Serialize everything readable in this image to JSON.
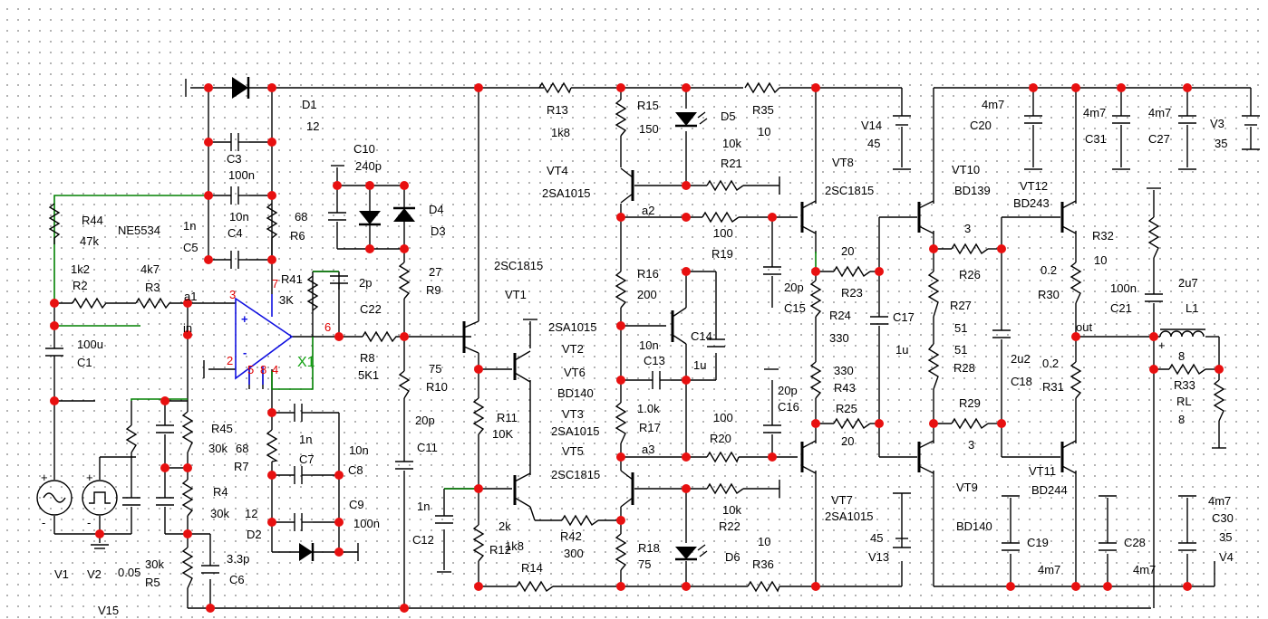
{
  "labels": {
    "D1": "D1",
    "D1v": "12",
    "C3": "C3",
    "C3v": "100n",
    "C4v": "10n",
    "C4": "C4",
    "C5v": "1n",
    "C5": "C5",
    "R6v": "68",
    "R6": "R6",
    "R44": "R44",
    "R44v": "47k",
    "opamp": "NE5534",
    "R2v": "1k2",
    "R2": "R2",
    "R3v": "4k7",
    "R3": "R3",
    "a1": "a1",
    "in": "in",
    "C1v": "100u",
    "C1": "C1",
    "R41": "R41",
    "R41v": "3K",
    "X1": "X1",
    "C10": "C10",
    "C10v": "240p",
    "D4": "D4",
    "D3": "D3",
    "C22v": "2p",
    "C22": "C22",
    "R9v": "27",
    "R9": "R9",
    "R8": "R8",
    "R8v": "5K1",
    "R10v": "75",
    "R10": "R10",
    "C11v": "20p",
    "C11": "C11",
    "Q1": "2SC1815",
    "VT1": "VT1",
    "Q2": "2SA1015",
    "VT2": "VT2",
    "VT6": "VT6",
    "Q6": "BD140",
    "VT3": "VT3",
    "Q3": "2SA1015",
    "VT5": "VT5",
    "Q5": "2SC1815",
    "R11": "R11",
    "R11v": "10K",
    "R13": "R13",
    "R13v": "1k8",
    "VT4": "VT4",
    "Q4": "2SA1015",
    "R15": "R15",
    "R15v": "150",
    "D5": "D5",
    "R35": "R35",
    "R35v": "10",
    "R21v": "10k",
    "R21": "R21",
    "V14": "V14",
    "V14v": "45",
    "VT8": "VT8",
    "Q8": "2SC1815",
    "a2": "a2",
    "R19v": "100",
    "R19": "R19",
    "R16": "R16",
    "R16v": "200",
    "C14": "C14",
    "C14v": "1u",
    "C13v": "10n",
    "C13": "C13",
    "R17v": "1.0k",
    "R17": "R17",
    "a3": "a3",
    "R20v": "100",
    "R20": "R20",
    "C15v": "20p",
    "C15": "C15",
    "R23v": "20",
    "R23": "R23",
    "R24": "R24",
    "R24v": "330",
    "R43v": "330",
    "R43": "R43",
    "C16v": "20p",
    "C16": "C16",
    "R25": "R25",
    "R25v": "20",
    "C17": "C17",
    "C17v": "1u",
    "C20v": "4m7",
    "C20": "C20",
    "VT10": "VT10",
    "Q10": "BD139",
    "VT12": "VT12",
    "Q12": "BD243",
    "R26v": "3",
    "R26": "R26",
    "R27": "R27",
    "R27v": "51",
    "R28v": "51",
    "R28": "R28",
    "R29": "R29",
    "R29v": "3",
    "C18v": "2u2",
    "C18": "C18",
    "C31v": "4m7",
    "C31": "C31",
    "C27v": "4m7",
    "C27": "C27",
    "V3": "V3",
    "V3v": "35",
    "R32": "R32",
    "R32v": "10",
    "R30v": "0.2",
    "R30": "R30",
    "C21v": "100n",
    "C21": "C21",
    "L1v": "2u7",
    "L1": "L1",
    "out": "out",
    "R31v": "0.2",
    "R31": "R31",
    "R33v": "8",
    "R33": "R33",
    "RLname": "RL",
    "RLv": "8",
    "R45": "R45",
    "R45v": "30k",
    "R7v": "68",
    "R7": "R7",
    "R4": "R4",
    "R4v": "30k",
    "C7v": "1n",
    "C7": "C7",
    "C8v": "10n",
    "C8": "C8",
    "C9": "C9",
    "C9v": "100n",
    "D2v": "12",
    "D2": "D2",
    "C6v": "3.3p",
    "C6": "C6",
    "R5v": "30k",
    "R5": "R5",
    "V15v": "0.05",
    "V15": "V15",
    "V1": "V1",
    "V2": "V2",
    "C12v": "1n",
    "C12": "C12",
    "R12v": "2k",
    "R12": "R12",
    "R14v": "1k8",
    "R14": "R14",
    "R42v": "300",
    "R42": "R42",
    "R18": "R18",
    "R18v": "75",
    "D6": "D6",
    "R22v": "10k",
    "R22": "R22",
    "R36v": "10",
    "R36": "R36",
    "VT7": "VT7",
    "Q7": "2SA1015",
    "V13v": "45",
    "V13": "V13",
    "VT9": "VT9",
    "Q9": "BD140",
    "C19": "C19",
    "C19v": "4m7",
    "VT11": "VT11",
    "Q11": "BD244",
    "C28": "C28",
    "C28v": "4m7",
    "C30v": "4m7",
    "C30": "C30",
    "V4v": "35",
    "V4": "V4",
    "pin3": "3",
    "pin2": "2",
    "pin5": "5",
    "pin8": "8",
    "pin4": "4",
    "pin7": "7",
    "pin6": "6",
    "plus": "+",
    "minus": "-"
  },
  "colors": {
    "wire": "#000000",
    "feedback_wire": "#008000",
    "opamp": "#1010e0",
    "node": "#e81010",
    "pin_label": "#e00000"
  }
}
